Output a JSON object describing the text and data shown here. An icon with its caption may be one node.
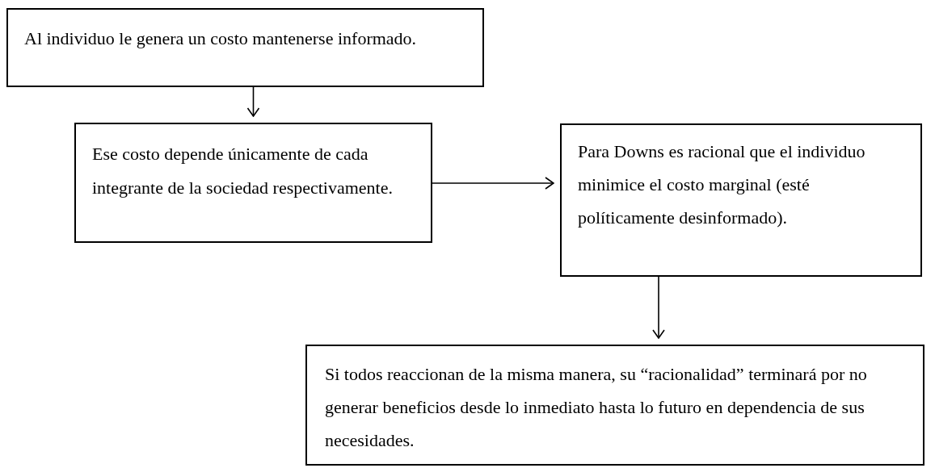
{
  "diagram": {
    "nodes": [
      {
        "text": [
          "Al individuo le genera un costo mantenerse informado."
        ]
      },
      {
        "text": [
          "Ese costo depende únicamente de cada integrante de la sociedad respectivamente."
        ]
      },
      {
        "text": [
          "Para Downs es racional que el individuo minimice el costo marginal (esté políticamente desinformado)."
        ]
      },
      {
        "text": [
          "Si todos reaccionan de la misma manera, su “racionalidad” terminará por no generar beneficios desde lo inmediato hasta lo futuro en dependencia de sus necesidades."
        ]
      }
    ],
    "edges": [
      {
        "from": 0,
        "to": 1,
        "arrow": "to"
      },
      {
        "from": 1,
        "to": 2,
        "arrow": "to"
      },
      {
        "from": 2,
        "to": 3,
        "arrow": "to"
      }
    ]
  }
}
